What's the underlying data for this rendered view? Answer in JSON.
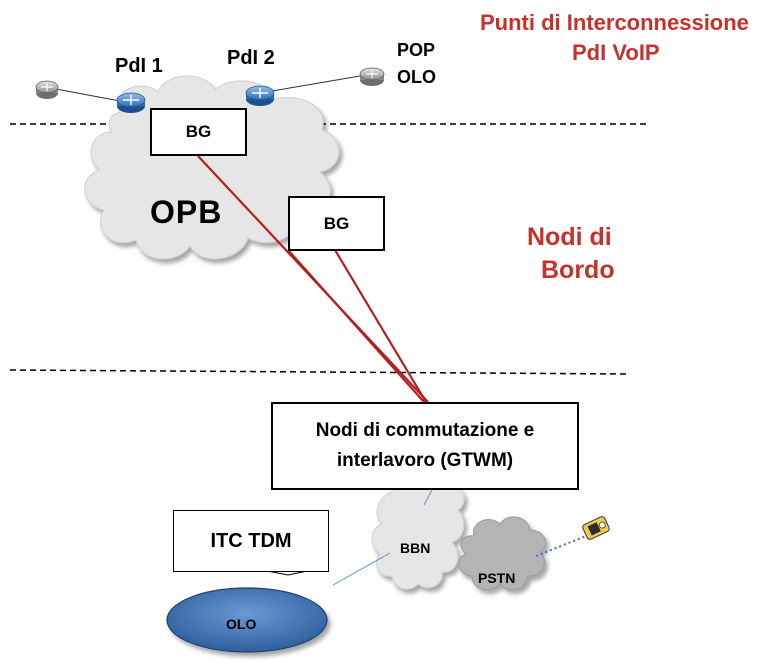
{
  "titles": {
    "interconnection_line1": "Punti di Interconnessione",
    "interconnection_line2": "PdI VoIP",
    "border_nodes_line1": "Nodi di",
    "border_nodes_line2": "Bordo"
  },
  "nodes": {
    "pdi1": "PdI 1",
    "pdi2": "PdI 2",
    "pop_line1": "POP",
    "pop_line2": "OLO",
    "bg_top": "BG",
    "bg_mid": "BG",
    "opb": "OPB",
    "switching_line1": "Nodi di commutazione e",
    "switching_line2": "interlavoro (GTWM)",
    "bbn": "BBN",
    "pstn": "PSTN",
    "olo": "OLO",
    "itc_tdm": "ITC TDM"
  },
  "colors": {
    "accent_red": "#c8312b",
    "cloud_gray": "#e6e6e6",
    "pstn_gray": "#b4b4b4",
    "router_blue": "#3f7fc8",
    "olo_blue": "#3d72b8"
  },
  "icons": [
    "router-icon",
    "phone-icon"
  ]
}
